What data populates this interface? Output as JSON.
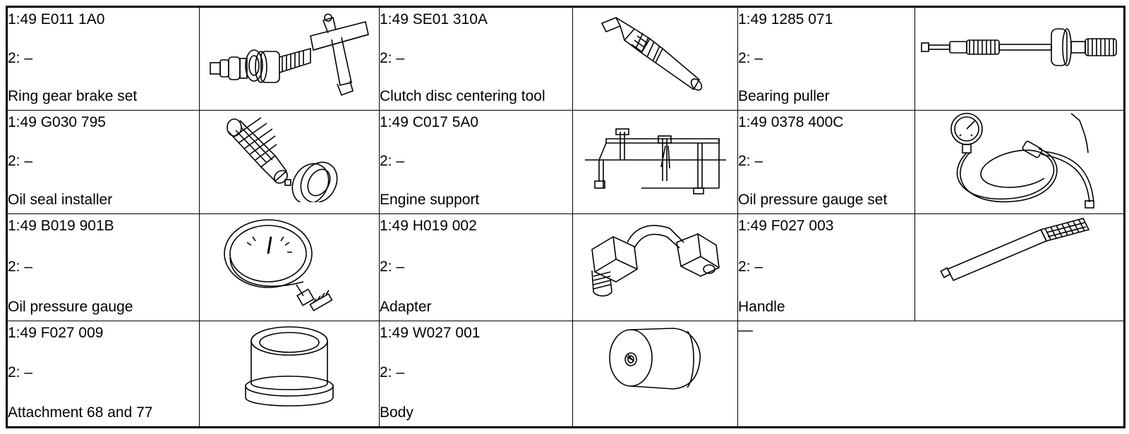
{
  "rows": [
    [
      {
        "number": "1:49 E011 1A0",
        "ref": "2: –",
        "name": "Ring gear brake set",
        "image": "ring-gear-brake-set-illustration"
      },
      {
        "number": "1:49 SE01 310A",
        "ref": "2: –",
        "name": "Clutch disc centering tool",
        "image": "clutch-disc-centering-tool-illustration"
      },
      {
        "number": "1:49 1285 071",
        "ref": "2: –",
        "name": "Bearing puller",
        "image": "bearing-puller-illustration"
      }
    ],
    [
      {
        "number": "1:49 G030 795",
        "ref": "2: –",
        "name": "Oil seal installer",
        "image": "oil-seal-installer-illustration"
      },
      {
        "number": "1:49 C017 5A0",
        "ref": "2: –",
        "name": "Engine support",
        "image": "engine-support-illustration"
      },
      {
        "number": "1:49 0378 400C",
        "ref": "2: –",
        "name": "Oil pressure gauge set",
        "image": "oil-pressure-gauge-set-illustration"
      }
    ],
    [
      {
        "number": "1:49 B019 901B",
        "ref": "2: –",
        "name": "Oil pressure gauge",
        "image": "oil-pressure-gauge-illustration"
      },
      {
        "number": "1:49 H019 002",
        "ref": "2: –",
        "name": "Adapter",
        "image": "adapter-illustration"
      },
      {
        "number": "1:49 F027 003",
        "ref": "2: –",
        "name": "Handle",
        "image": "handle-illustration"
      }
    ],
    [
      {
        "number": "1:49 F027 009",
        "ref": "2: –",
        "name": "Attachment  68 and 77",
        "image": "attachment-illustration"
      },
      {
        "number": "1:49 W027 001",
        "ref": "2: –",
        "name": "Body",
        "image": "body-illustration"
      }
    ]
  ],
  "empty_cell": "—"
}
